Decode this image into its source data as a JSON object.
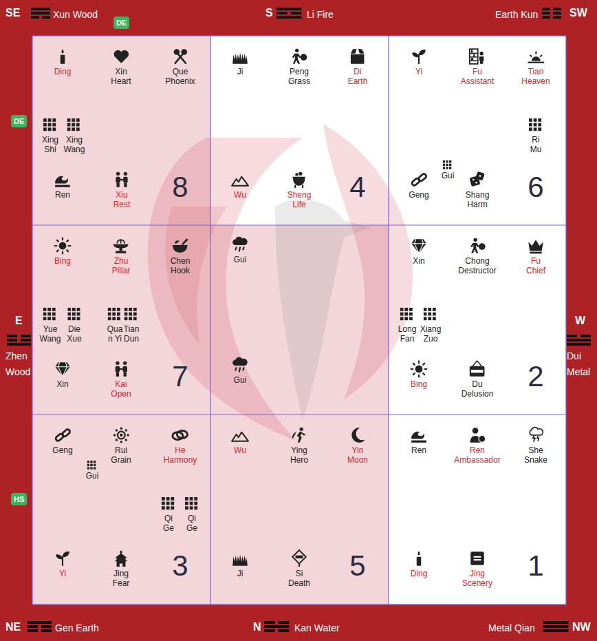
{
  "diagram": {
    "nodes": [
      {
        "text": [
          "DE"
        ]
      },
      {
        "text": [
          "DE"
        ]
      },
      {
        "text": [
          "HS"
        ]
      },
      {
        "text": [
          "Ding",
          "Xin Heart",
          "Que Phoenix",
          "Xing Shi",
          "Xing Wang",
          "Ren",
          "Xiu Rest",
          "8"
        ]
      },
      {
        "text": [
          "Ji",
          "Peng Grass",
          "Di Earth",
          "Wu",
          "Sheng Life",
          "4"
        ]
      },
      {
        "text": [
          "Yi",
          "Fu Assistant",
          "Tian Heaven",
          "Ri Mu",
          "Gui",
          "Geng",
          "Shang Harm",
          "6"
        ]
      },
      {
        "text": [
          "Bing",
          "Zhu Pillar",
          "Chen Hook",
          "Yue Wang",
          "Die Xue",
          "Qua n Yi",
          "Tian Dun",
          "Xin",
          "Kai Open",
          "7"
        ]
      },
      {
        "text": [
          "Gui",
          "Gui"
        ]
      },
      {
        "text": [
          "Xin",
          "Chong Destructor",
          "Fu Chief",
          "Long Fan",
          "Xiang Zuo",
          "Bing",
          "Du Delusion",
          "2"
        ]
      },
      {
        "text": [
          "Geng",
          "Rui Grain",
          "He Harmony",
          "Gui",
          "Qi Ge",
          "Qi Ge",
          "Yi",
          "Jing Fear",
          "3"
        ]
      },
      {
        "text": [
          "Wu",
          "Ying Hero",
          "Yin Moon",
          "Ji",
          "Si Death",
          "5"
        ]
      },
      {
        "text": [
          "Ren",
          "Ren Ambassador",
          "She Snake",
          "Ding",
          "Jing Scenery",
          "1"
        ]
      }
    ],
    "labels": [
      "SE",
      "Xun Wood",
      "S",
      "Li Fire",
      "Earth Kun",
      "SW",
      "E",
      "Zhen Wood",
      "W",
      "Dui Metal",
      "NE",
      "Gen Earth",
      "N",
      "Kan Water",
      "Metal Qian",
      "NW"
    ]
  }
}
